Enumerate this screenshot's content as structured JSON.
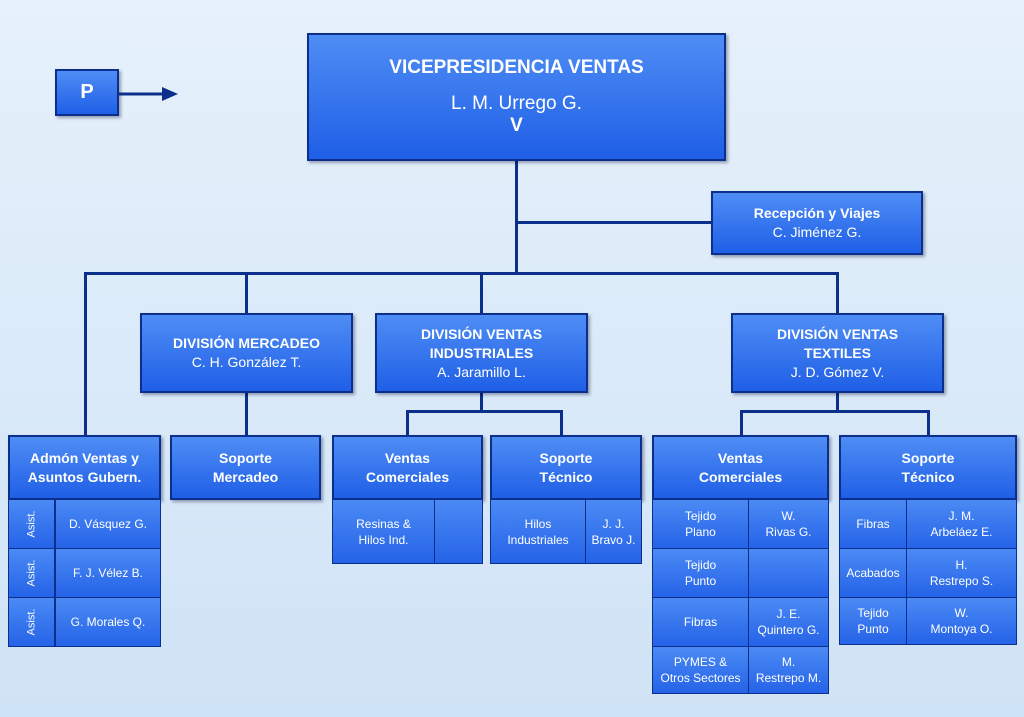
{
  "legend": {
    "label": "P"
  },
  "top": {
    "title": "VICEPRESIDENCIA VENTAS",
    "name": "L. M. Urrego G.",
    "code": "V"
  },
  "reception": {
    "title": "Recepción y Viajes",
    "name": "C. Jiménez G."
  },
  "mercadeo": {
    "title": "DIVISIÓN MERCADEO",
    "name": "C. H. González T."
  },
  "industriales": {
    "title1": "DIVISIÓN VENTAS",
    "title2": "INDUSTRIALES",
    "name": "A. Jaramillo L."
  },
  "textiles": {
    "title1": "DIVISIÓN VENTAS",
    "title2": "TEXTILES",
    "name": "J. D.  Gómez V."
  },
  "admon": {
    "title1": "Admón Ventas y",
    "title2": "Asuntos Gubern.",
    "rows": [
      {
        "role": "Asist.",
        "name": "D. Vásquez G."
      },
      {
        "role": "Asist.",
        "name": "F. J. Vélez B."
      },
      {
        "role": "Asist.",
        "name": "G. Morales Q."
      }
    ]
  },
  "soporte_mercadeo": {
    "title1": "Soporte",
    "title2": "Mercadeo"
  },
  "ventas_com_ind": {
    "title1": "Ventas",
    "title2": "Comerciales",
    "rows": [
      {
        "area1": "Resinas &",
        "area2": "Hilos Ind.",
        "name1": "",
        "name2": ""
      }
    ]
  },
  "soporte_tec_ind": {
    "title1": "Soporte",
    "title2": "Técnico",
    "rows": [
      {
        "area1": "Hilos",
        "area2": "Industriales",
        "name1": "J. J.",
        "name2": "Bravo J."
      }
    ]
  },
  "ventas_com_tex": {
    "title1": "Ventas",
    "title2": "Comerciales",
    "rows": [
      {
        "area1": "Tejido",
        "area2": "Plano",
        "name1": "W.",
        "name2": "Rivas G."
      },
      {
        "area1": "Tejido",
        "area2": "Punto",
        "name1": "",
        "name2": ""
      },
      {
        "area1": "Fibras",
        "area2": "",
        "name1": "J. E.",
        "name2": "Quintero G."
      },
      {
        "area1": "PYMES &",
        "area2": "Otros Sectores",
        "name1": "M.",
        "name2": "Restrepo M."
      }
    ]
  },
  "soporte_tec_tex": {
    "title1": "Soporte",
    "title2": "Técnico",
    "rows": [
      {
        "area1": "Fibras",
        "area2": "",
        "name1": "J. M.",
        "name2": "Arbeláez E."
      },
      {
        "area1": "Acabados",
        "area2": "",
        "name1": "H.",
        "name2": "Restrepo S."
      },
      {
        "area1": "Tejido",
        "area2": "Punto",
        "name1": "W.",
        "name2": "Montoya O."
      }
    ]
  }
}
